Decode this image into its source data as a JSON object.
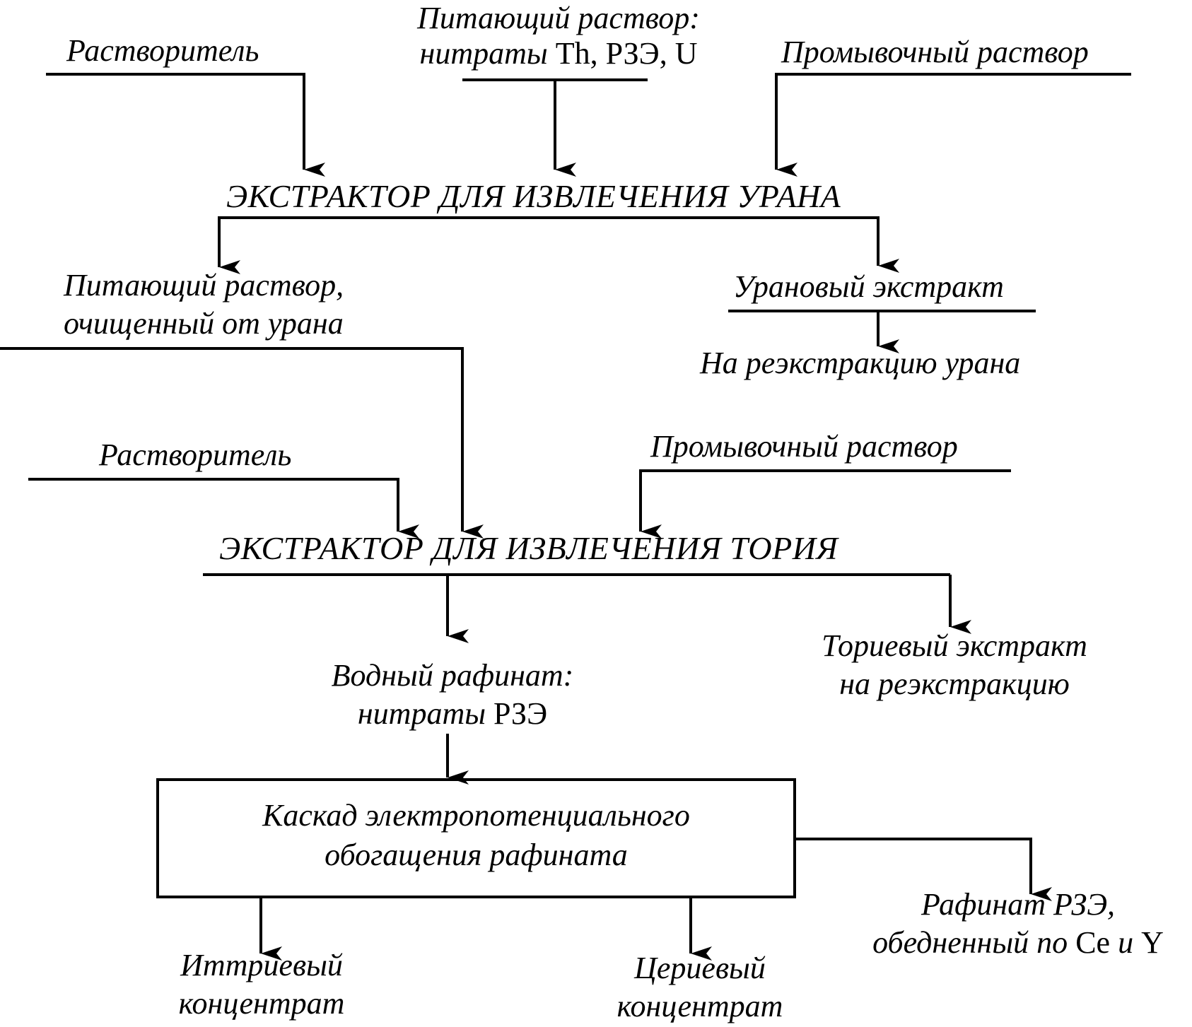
{
  "uranium_stage": {
    "solvent": "Растворитель",
    "feed_line1": "Питающий раствор:",
    "feed_line2_it": "нитраты",
    "feed_line2_rm": " Th, РЗЭ, U",
    "wash": "Промывочный раствор",
    "extractor": "ЭКСТРАКТОР ДЛЯ ИЗВЛЕЧЕНИЯ УРАНА",
    "purified_line1": "Питающий раствор,",
    "purified_line2": "очищенный от урана",
    "extract": "Урановый экстракт",
    "to_strip": "На реэкстракцию урана"
  },
  "thorium_stage": {
    "solvent": "Растворитель",
    "wash": "Промывочный раствор",
    "extractor": "ЭКСТРАКТОР ДЛЯ ИЗВЛЕЧЕНИЯ ТОРИЯ",
    "raffinate_line1": "Водный рафинат:",
    "raffinate_line2_it": "нитраты",
    "raffinate_line2_rm": " РЗЭ",
    "extract_line1": "Ториевый экстракт",
    "extract_line2": "на реэкстракцию"
  },
  "cascade": {
    "line1": "Каскад  электропотенциального",
    "line2": "обогащения рафината",
    "yttrium_line1": "Иттриевый",
    "yttrium_line2": "концентрат",
    "cerium_line1": "Цериевый",
    "cerium_line2": "концентрат",
    "rest_line1": "Рафинат РЗЭ,",
    "rest_line2_it": "обедненный по ",
    "rest_line2_rm1": "Ce",
    "rest_line2_it2": " и ",
    "rest_line2_rm2": "Y"
  }
}
